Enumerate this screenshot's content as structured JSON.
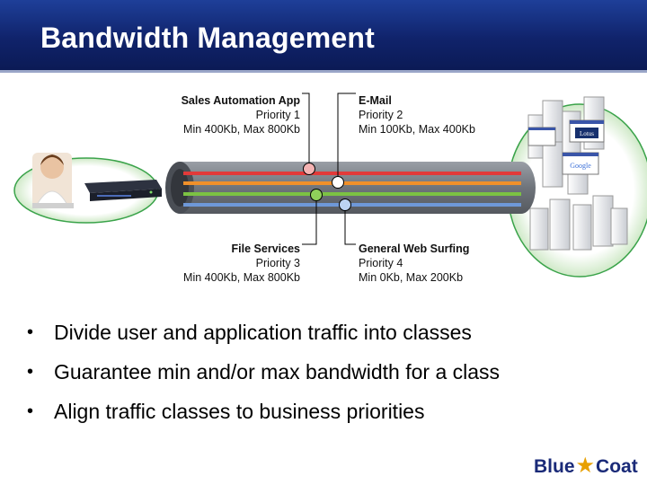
{
  "title": "Bandwidth Management",
  "classes": [
    {
      "name": "Sales Automation App",
      "priority": "Priority 1",
      "limits": "Min 400Kb, Max 800Kb",
      "color": "#e23a3a"
    },
    {
      "name": "E-Mail",
      "priority": "Priority 2",
      "limits": "Min 100Kb, Max 400Kb",
      "color": "#f0902a"
    },
    {
      "name": "File Services",
      "priority": "Priority 3",
      "limits": "Min 400Kb, Max 800Kb",
      "color": "#7cc243"
    },
    {
      "name": "General Web Surfing",
      "priority": "Priority 4",
      "limits": "Min 0Kb, Max 200Kb",
      "color": "#6e98d8"
    }
  ],
  "bullets": [
    "Divide user and application traffic into classes",
    "Guarantee min and/or max bandwidth for a class",
    "Align traffic classes to business priorities"
  ],
  "logo": {
    "part1": "Blue",
    "part2": "Coat"
  },
  "server_screens": [
    "Lotus",
    "Google"
  ],
  "colors": {
    "header": "#10236b",
    "halo": "#3aa34a",
    "pipe": "#8a8f96"
  }
}
